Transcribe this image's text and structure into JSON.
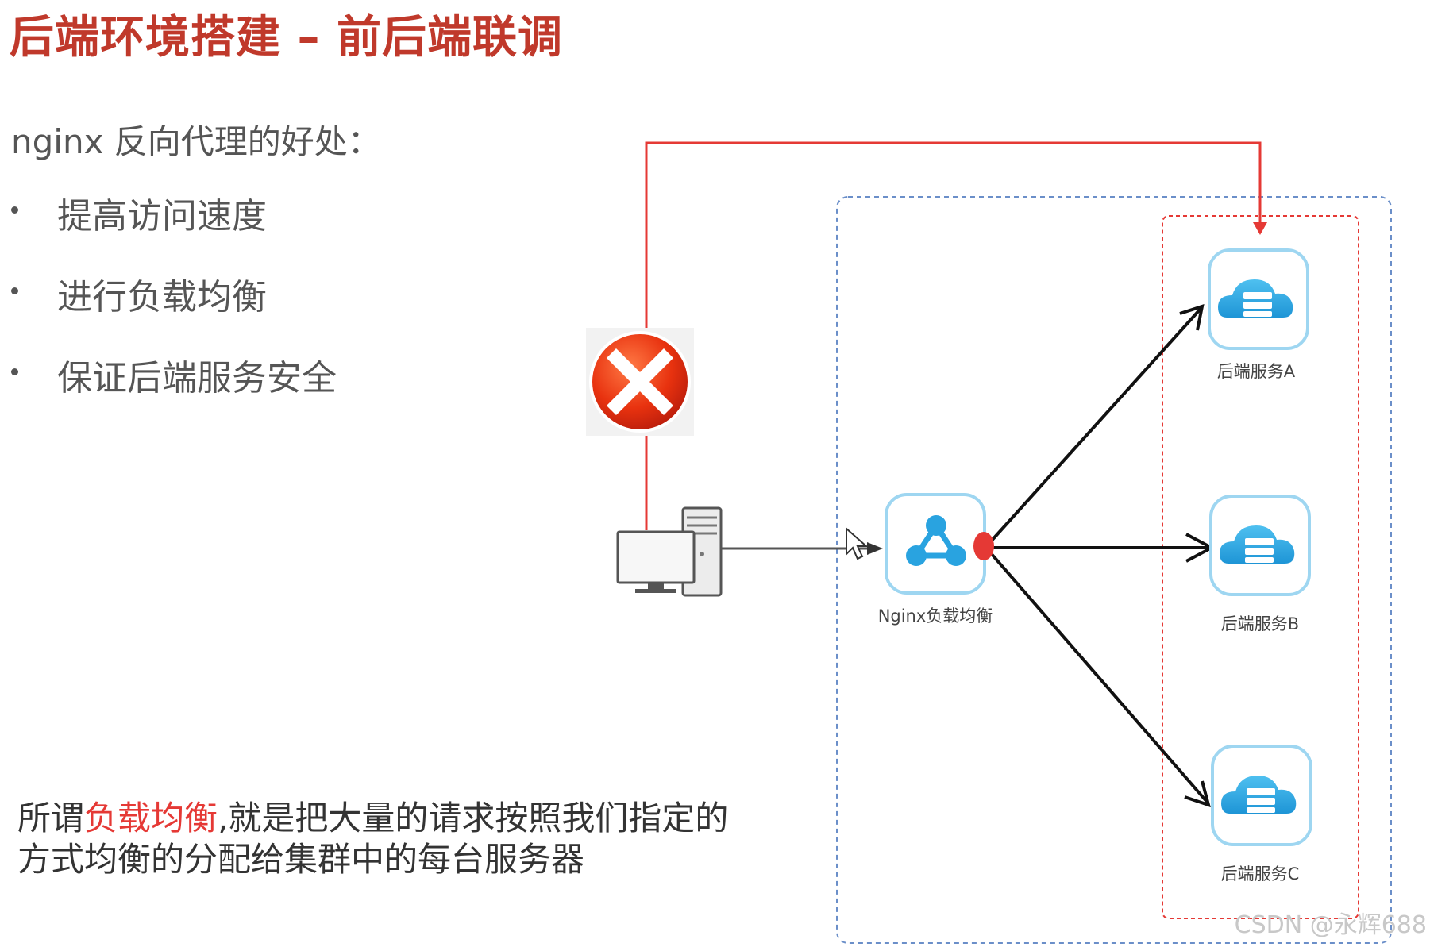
{
  "title": "后端环境搭建 – 前后端联调",
  "subtitle": "nginx 反向代理的好处：",
  "bullets": [
    "提高访问速度",
    "进行负载均衡",
    "保证后端服务安全"
  ],
  "note": {
    "prefix": "所谓",
    "highlight": "负载均衡",
    "suffix": ",就是把大量的请求按照我们指定的方式均衡的分配给集群中的每台服务器"
  },
  "diagram": {
    "nginx_label": "Nginx负载均衡",
    "servers": [
      "后端服务A",
      "后端服务B",
      "后端服务C"
    ],
    "colors": {
      "accent": "#e53935",
      "cluster_border": "#6b8fc9",
      "icon": "#29a3e0",
      "icon_border": "#9ed6f1"
    }
  },
  "watermark": "CSDN @永辉688"
}
